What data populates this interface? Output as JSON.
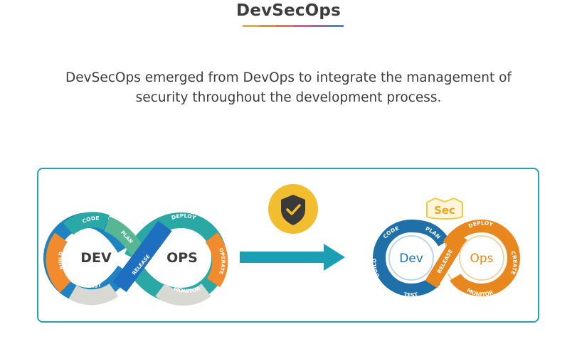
{
  "title": "DevSecOps",
  "intro_text": "DevSecOps emerged from DevOps to integrate the management of security throughout the development process.",
  "colors": {
    "accent_teal": "#23a2b4",
    "devops_orange": "#f28a2e",
    "devops_blue": "#1f83c2",
    "devops_teal": "#2aa8a5",
    "devops_green": "#57b795",
    "devops_grey": "#d9d9d4",
    "shield_gold": "#f2be2f",
    "shield_dark": "#3a3a3a",
    "devsecops_blue": "#1f6fa8",
    "devsecops_orange": "#e8871e",
    "sec_gold": "#f2c84a"
  },
  "devops_loop": {
    "left_label": "DEV",
    "right_label": "OPS",
    "segments": [
      "CODE",
      "PLAN",
      "BUILD",
      "TEST",
      "RELEASE",
      "DEPLOY",
      "OPERATE",
      "MONITOR"
    ]
  },
  "arrow_icon": "right-arrow-icon",
  "shield_icon": "shield-check-icon",
  "devsecops_loop": {
    "top_label": "Sec",
    "left_label": "Dev",
    "right_label": "Ops",
    "segments": [
      "CODE",
      "PLAN",
      "BUILD",
      "TEST",
      "RELEASE",
      "DEPLOY",
      "CREATE",
      "MONITOR"
    ]
  }
}
